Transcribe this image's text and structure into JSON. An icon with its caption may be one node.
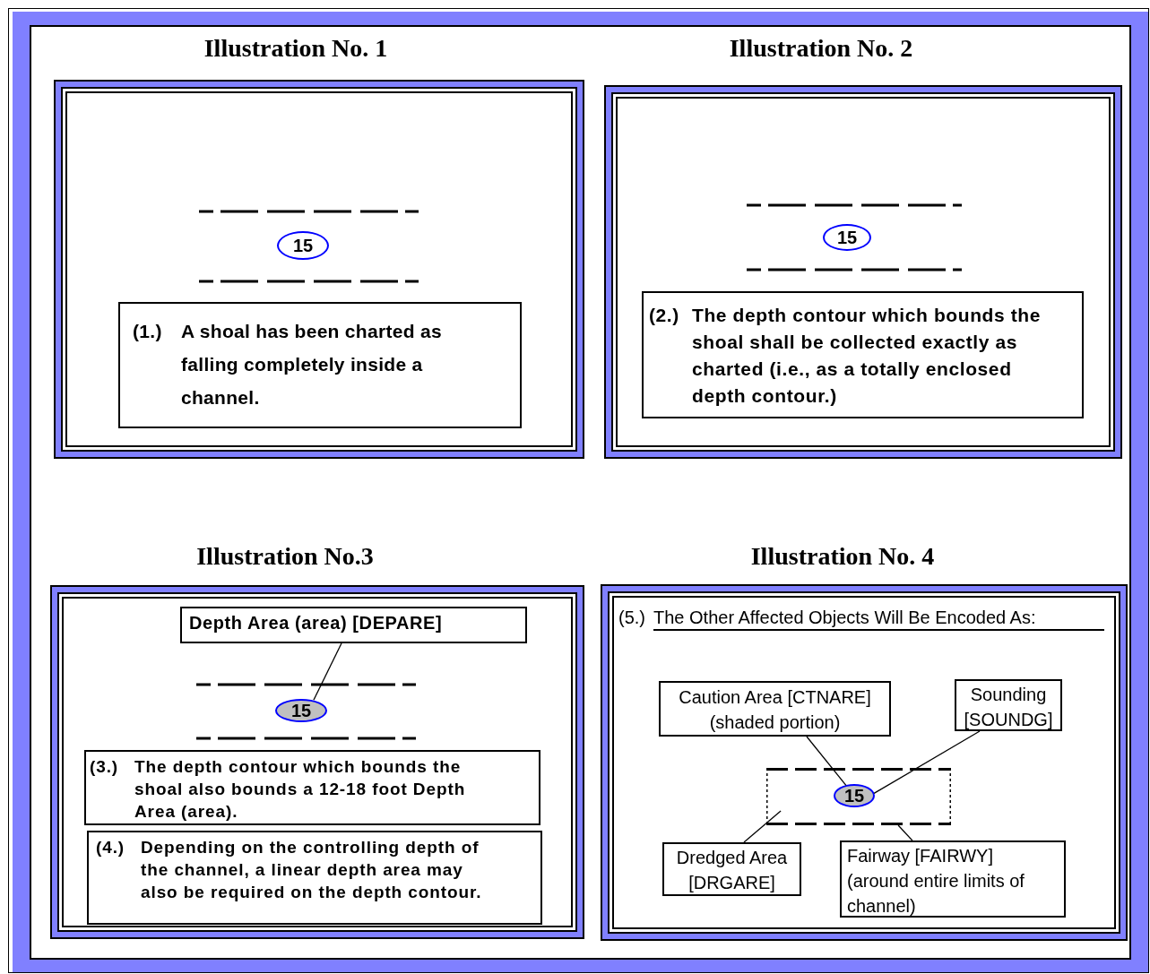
{
  "diagram": {
    "nodes": [
      {
        "text": [
          "Illustration No. 1"
        ]
      },
      {
        "text": [
          "15"
        ],
        "in": 0
      },
      {
        "text": [
          "(1.)",
          "A shoal has been charted as falling completely inside a channel."
        ],
        "in": 0
      },
      {
        "text": [
          "Illustration No. 2"
        ]
      },
      {
        "text": [
          "15"
        ],
        "in": 3
      },
      {
        "text": [
          "(2.)",
          "The depth contour which bounds the shoal shall be collected exactly as charted (i.e., as a totally enclosed depth contour.)"
        ],
        "in": 3
      },
      {
        "text": [
          "Illustration No.3"
        ]
      },
      {
        "text": [
          "Depth Area (area) [DEPARE]"
        ],
        "in": 6
      },
      {
        "text": [
          "15"
        ],
        "in": 6
      },
      {
        "text": [
          "(3.)",
          "The depth contour which bounds the shoal also bounds a 12-18 foot Depth Area (area)."
        ],
        "in": 6
      },
      {
        "text": [
          "(4.)",
          "Depending on the controlling depth of the channel, a linear depth area may also be required on the depth contour."
        ],
        "in": 6
      },
      {
        "text": [
          "Illustration No. 4"
        ]
      },
      {
        "text": [
          "Caution Area [CTNARE] (shaded portion)"
        ],
        "in": 11
      },
      {
        "text": [
          "Sounding [SOUNDG]"
        ],
        "in": 11
      },
      {
        "text": [],
        "shape": "box",
        "in": 11
      },
      {
        "text": [
          "15"
        ],
        "in": 14
      },
      {
        "text": [
          "Dredged Area [DRGARE]"
        ],
        "in": 11
      },
      {
        "text": [
          "Fairway [FAIRWY] (around entire limits of channel)"
        ],
        "in": 11
      }
    ],
    "edges": [
      {
        "from": 7,
        "to": 8,
        "arrow": "none"
      },
      {
        "from": 12,
        "to": 15,
        "arrow": "none"
      },
      {
        "from": 13,
        "to": 15,
        "arrow": "none"
      },
      {
        "from": 16,
        "to": 14,
        "arrow": "none"
      },
      {
        "from": 17,
        "to": 14,
        "arrow": "none"
      }
    ],
    "labels": [
      "(5.)",
      "The Other Affected Objects Will Be Encoded As:"
    ]
  }
}
